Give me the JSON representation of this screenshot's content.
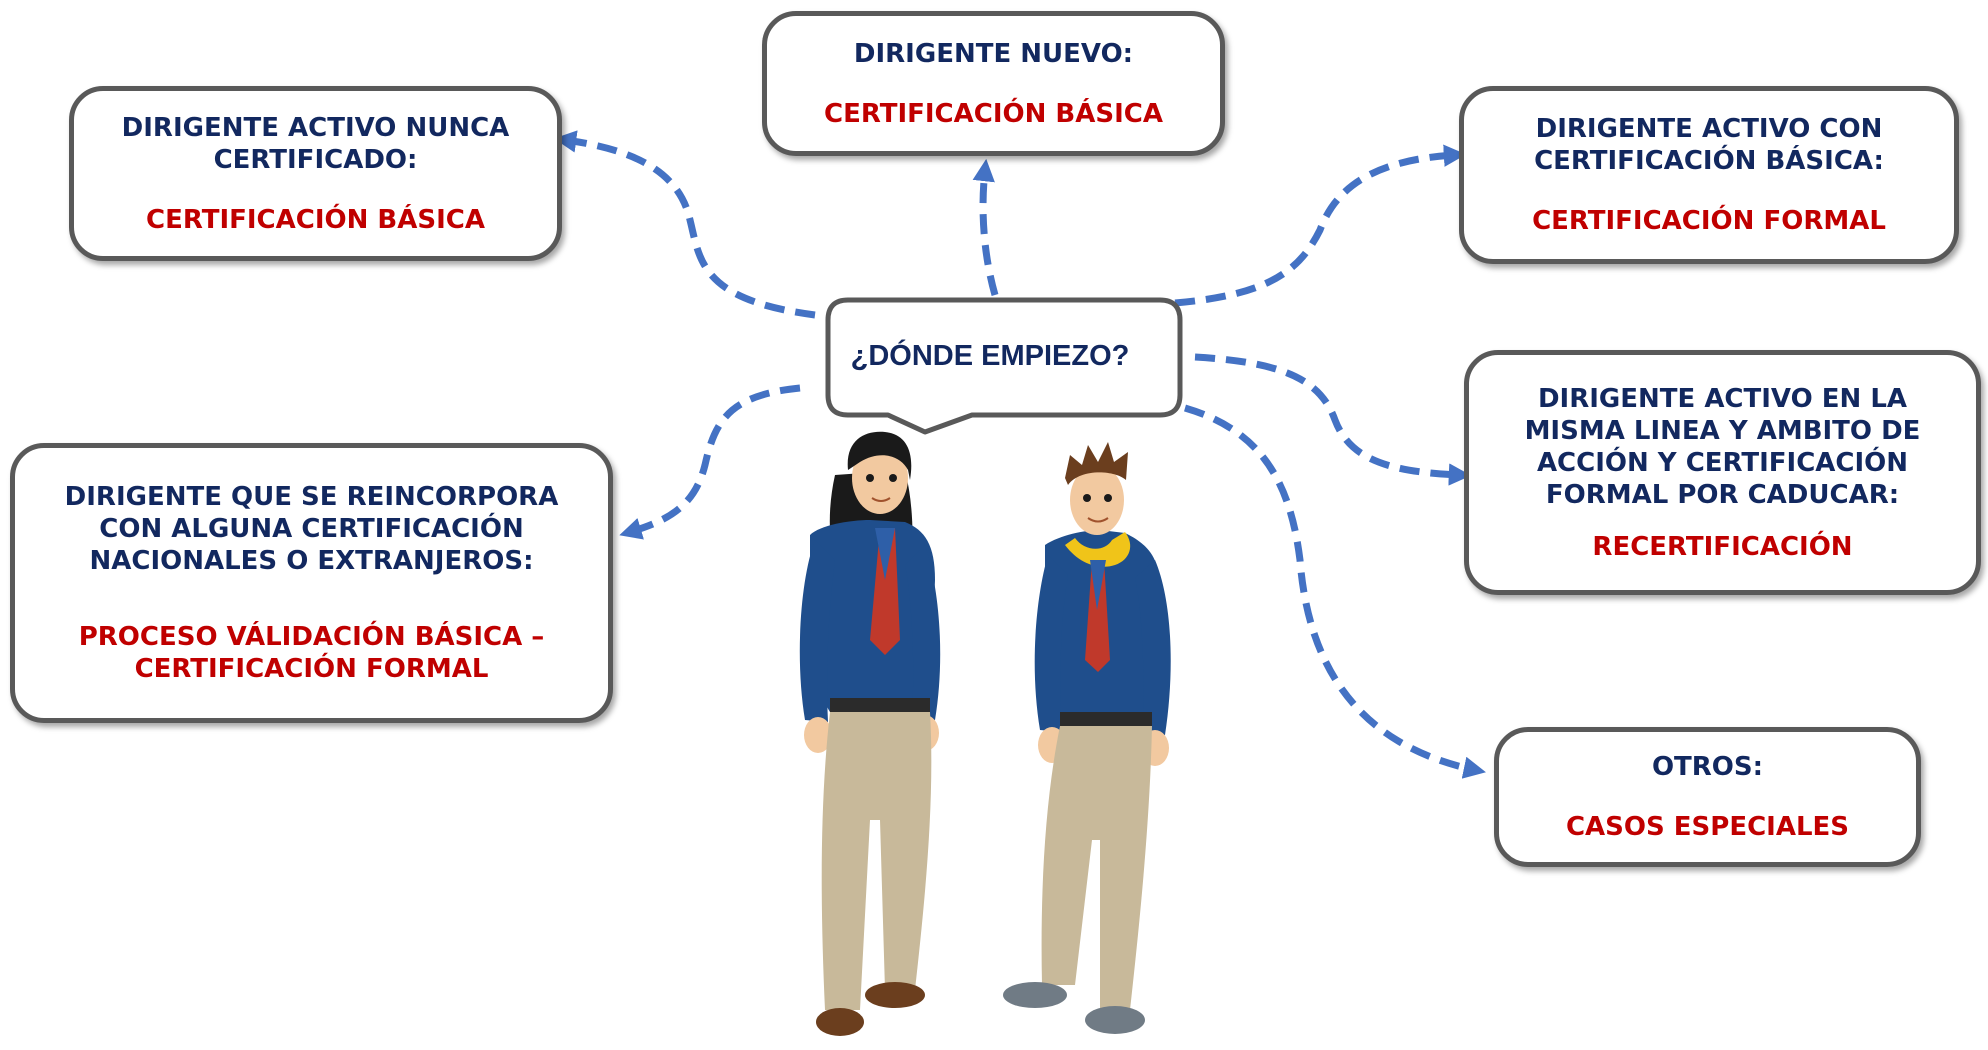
{
  "center": {
    "question": "¿DÓNDE EMPIEZO?"
  },
  "boxes": {
    "nuevo": {
      "heading": "DIRIGENTE NUEVO:",
      "result": "CERTIFICACIÓN BÁSICA"
    },
    "nunca": {
      "heading": "DIRIGENTE ACTIVO NUNCA\nCERTIFICADO:",
      "result": "CERTIFICACIÓN BÁSICA"
    },
    "con_basica": {
      "heading": "DIRIGENTE ACTIVO CON\nCERTIFICACIÓN BÁSICA:",
      "result": "CERTIFICACIÓN FORMAL"
    },
    "reincorpora": {
      "heading": "DIRIGENTE QUE SE REINCORPORA\nCON ALGUNA CERTIFICACIÓN\nNACIONALES O EXTRANJEROS:",
      "result": "PROCESO VÁLIDACIÓN BÁSICA –\nCERTIFICACIÓN FORMAL"
    },
    "misma_linea": {
      "heading": "DIRIGENTE ACTIVO EN LA\nMISMA LINEA Y AMBITO DE\nACCIÓN Y CERTIFICACIÓN\nFORMAL POR CADUCAR:",
      "result": "RECERTIFICACIÓN"
    },
    "otros": {
      "heading": "OTROS:",
      "result": "CASOS ESPECIALES"
    }
  },
  "colors": {
    "heading": "#12285f",
    "result": "#c00000",
    "connector": "#4472c4",
    "border": "#595959",
    "uniform_shirt": "#1f4e8c",
    "uniform_pants": "#c8b99a"
  }
}
